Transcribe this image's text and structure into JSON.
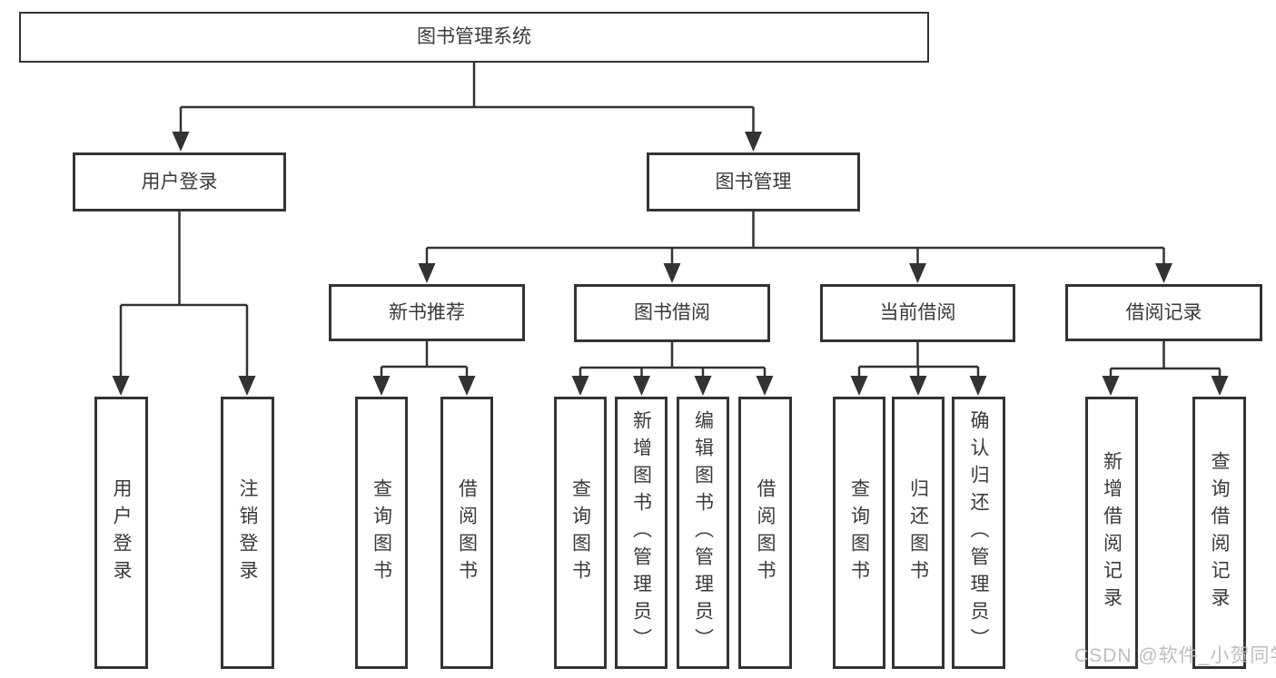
{
  "diagram": {
    "title_node": "图书管理系统",
    "nodes": {
      "root": "图书管理系统",
      "level2": [
        "用户登录",
        "图书管理"
      ],
      "level3": [
        "新书推荐",
        "图书借阅",
        "当前借阅",
        "借阅记录"
      ],
      "level4": {
        "user_login": [
          "用户登录",
          "注销登录"
        ],
        "new_books": [
          "查询图书",
          "借阅图书"
        ],
        "book_borrow": [
          "查询图书",
          "新增图书（管理员）",
          "编辑图书（管理员）",
          "借阅图书"
        ],
        "current_borrow": [
          "查询图书",
          "归还图书",
          "确认归还（管理员）"
        ],
        "borrow_records": [
          "新增借阅记录",
          "查询借阅记录"
        ]
      }
    },
    "watermark": "CSDN @软件_小贺同学",
    "colors": {
      "line": "#333333",
      "box_border": "#333333",
      "text": "#3a3a3a",
      "background": "#ffffff",
      "watermark": "#b9b9b9"
    }
  }
}
